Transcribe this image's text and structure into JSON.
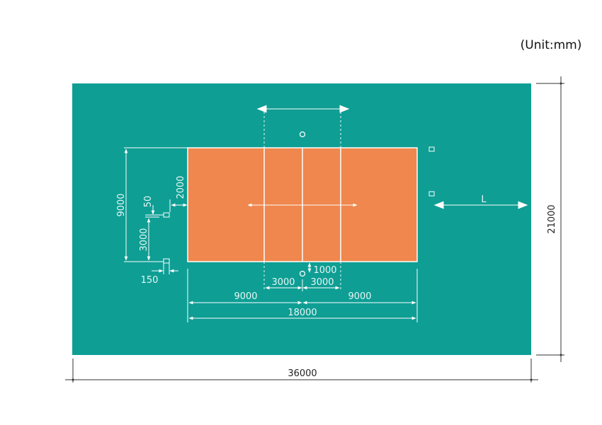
{
  "unit_label": "(Unit:mm)",
  "colors": {
    "field": "#0e9e94",
    "court": "#ef874e",
    "lines": "#ffffff"
  },
  "dimensions": {
    "total_length": "36000",
    "total_width": "21000",
    "court_length": "18000",
    "half_court_left": "9000",
    "half_court_right": "9000",
    "attack_zone_left": "3000",
    "attack_zone_right": "3000",
    "court_width": "9000",
    "post_offset": "1000",
    "antenna_gap": "2000",
    "marker_width": "50",
    "marker_spacing": "3000",
    "marker_size": "150",
    "free_zone": "L"
  }
}
